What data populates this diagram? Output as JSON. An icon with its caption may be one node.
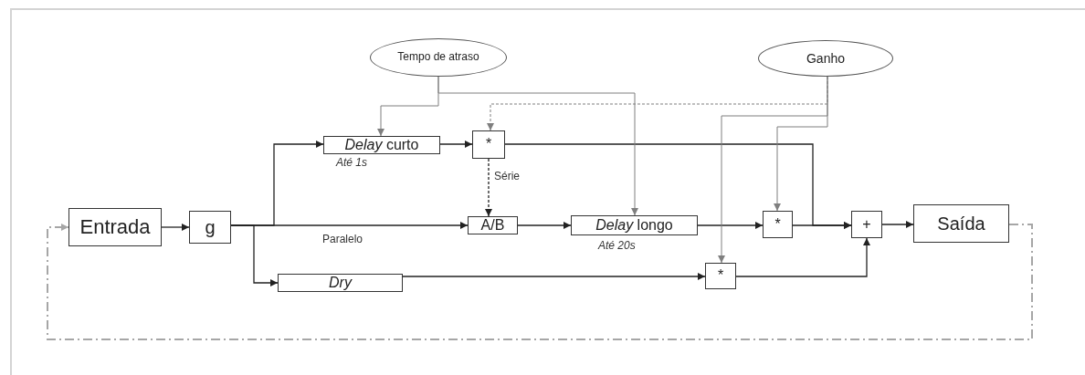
{
  "diagram": {
    "nodes": [
      {
        "text": [
          "Tempo de atraso"
        ]
      },
      {
        "text": [
          "Ganho"
        ]
      },
      {
        "text": [
          "Entrada"
        ]
      },
      {
        "text": [
          "g"
        ]
      },
      {
        "text": [
          "*Delay* curto"
        ],
        "beside": [
          "Até 1s"
        ]
      },
      {
        "text": [
          "*"
        ]
      },
      {
        "text": [
          "A/B"
        ]
      },
      {
        "text": [
          "*Delay* longo"
        ],
        "beside": [
          "Até 20s"
        ]
      },
      {
        "text": [
          "*"
        ]
      },
      {
        "text": [
          "+"
        ]
      },
      {
        "text": [
          "Saída"
        ]
      },
      {
        "text": [
          "Dry"
        ]
      },
      {
        "text": [
          "*"
        ]
      }
    ],
    "edges": [
      {
        "from": 2,
        "to": 3,
        "arrow": "to"
      },
      {
        "from": 3,
        "to": 4,
        "arrow": "to"
      },
      {
        "from": 3,
        "to": 6,
        "arrow": "to",
        "label": "Paralelo"
      },
      {
        "from": 3,
        "to": 11,
        "arrow": "to"
      },
      {
        "from": 4,
        "to": 5,
        "arrow": "to"
      },
      {
        "from": 5,
        "to": 6,
        "arrow": "to",
        "label": "Série",
        "style": "dashed"
      },
      {
        "from": 5,
        "to": 9,
        "arrow": "to"
      },
      {
        "from": 6,
        "to": 7,
        "arrow": "to"
      },
      {
        "from": 7,
        "to": 8,
        "arrow": "to"
      },
      {
        "from": 8,
        "to": 9,
        "arrow": "to"
      },
      {
        "from": 11,
        "to": 12,
        "arrow": "to"
      },
      {
        "from": 12,
        "to": 9,
        "arrow": "to"
      },
      {
        "from": 9,
        "to": 10,
        "arrow": "to"
      },
      {
        "from": 0,
        "to": 4,
        "arrow": "to",
        "color": "#7f7f7f"
      },
      {
        "from": 0,
        "to": 7,
        "arrow": "to",
        "color": "#7f7f7f"
      },
      {
        "from": 1,
        "to": 5,
        "arrow": "to",
        "style": "dashed",
        "color": "#7f7f7f"
      },
      {
        "from": 1,
        "to": 8,
        "arrow": "to",
        "color": "#7f7f7f"
      },
      {
        "from": 1,
        "to": 12,
        "arrow": "to",
        "color": "#7f7f7f"
      },
      {
        "from": 10,
        "to": 2,
        "arrow": "to",
        "style": "dashed",
        "color": "#a6a6a6"
      }
    ]
  }
}
